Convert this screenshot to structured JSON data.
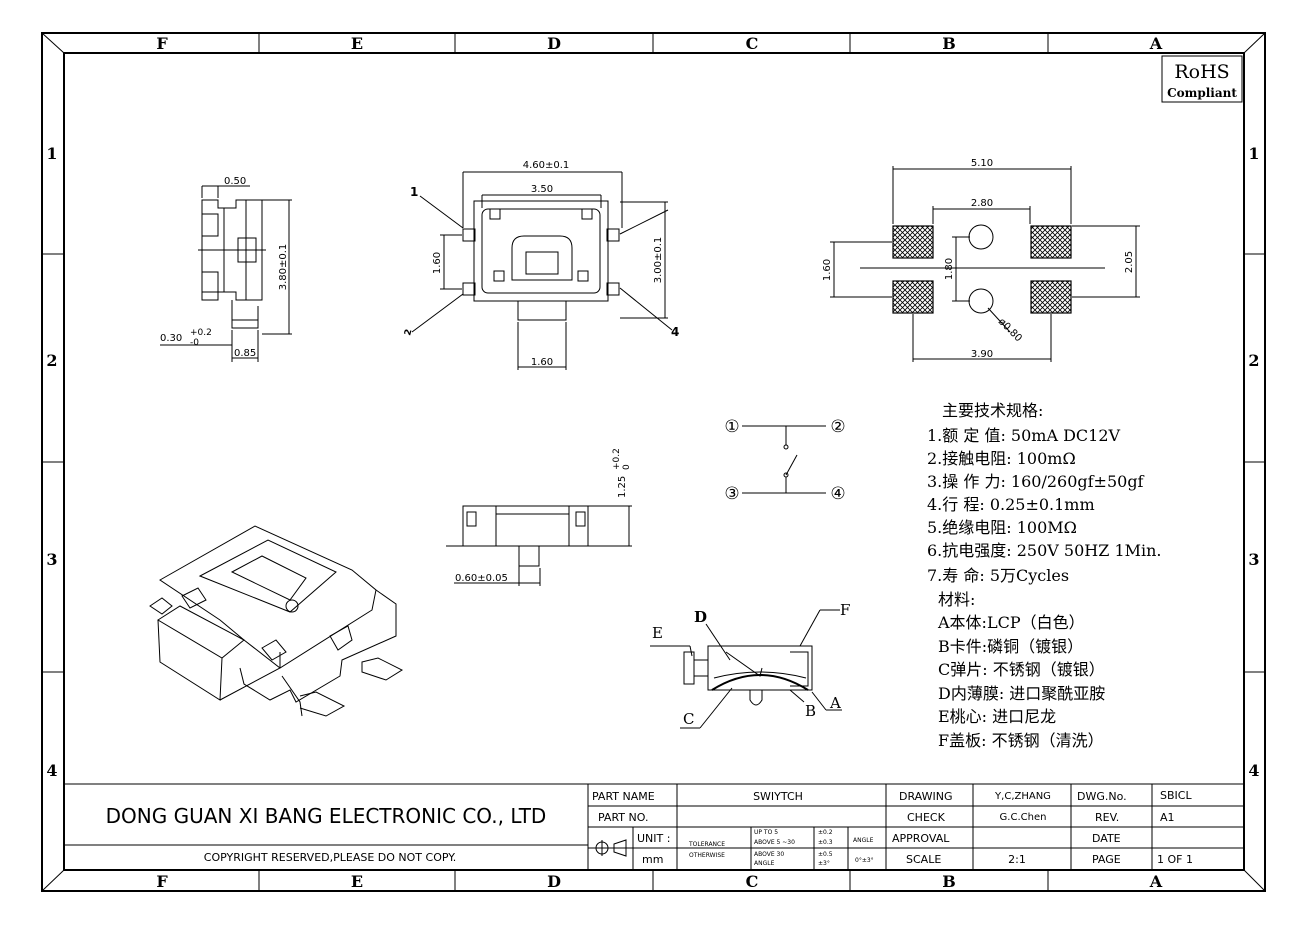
{
  "border": {
    "columns": [
      "F",
      "E",
      "D",
      "C",
      "B",
      "A"
    ],
    "rows": [
      "1",
      "2",
      "3",
      "4"
    ]
  },
  "rohs": {
    "line1": "RoHS",
    "line2": "Compliant"
  },
  "side_view": {
    "top_width": "0.50",
    "height": "3.80±0.1",
    "lead_tol_base": "0.30",
    "lead_tol_plus": "+0.2",
    "lead_tol_minus": "-0",
    "lead_width": "0.85"
  },
  "top_view": {
    "outer_width": "4.60±0.1",
    "inner_width": "3.50",
    "left_height": "1.60",
    "right_height": "3.00±0.1",
    "bottom_width": "1.60",
    "pin1": "1",
    "pin2": "2",
    "pin4": "4"
  },
  "pad_layout": {
    "total_width": "5.10",
    "hole_spacing": "2.80",
    "left_height": "1.60",
    "center_height": "1.80",
    "right_height": "2.05",
    "bottom_width": "3.90",
    "hole_dia": "ø0.80"
  },
  "front_view": {
    "height_base": "1.25",
    "height_plus": "+0.2",
    "height_minus": "0",
    "actuator_width": "0.60±0.05"
  },
  "schematic": {
    "p1": "①",
    "p2": "②",
    "p3": "③",
    "p4": "④"
  },
  "specs": {
    "title": "主要技术规格:",
    "items": [
      "1.额 定 值: 50mA DC12V",
      "2.接触电阻: 100mΩ",
      "3.操 作 力: 160/260gf±50gf",
      "4.行    程: 0.25±0.1mm",
      "5.绝缘电阻: 100MΩ",
      "6.抗电强度: 250V 50HZ 1Min.",
      "7.寿    命: 5万Cycles"
    ],
    "materials_title": "材料:",
    "materials": [
      "A本体:LCP（白色）",
      "B卡件:磷铜（镀银）",
      "C弹片: 不锈钢（镀银）",
      "D内薄膜: 进口聚酰亚胺",
      "E桃心: 进口尼龙",
      "F盖板: 不锈钢（清洗）"
    ]
  },
  "section_labels": {
    "a": "A",
    "b": "B",
    "c": "C",
    "d": "D",
    "e": "E",
    "f": "F"
  },
  "title_block": {
    "company": "DONG GUAN XI BANG ELECTRONIC CO., LTD",
    "copyright": "COPYRIGHT RESERVED,PLEASE DO NOT COPY.",
    "part_name_label": "PART NAME",
    "part_name": "SWIYTCH",
    "part_no_label": "PART NO.",
    "unit_label": "UNIT :",
    "unit": "mm",
    "tolerance_label": "TOLERANCE",
    "otherwise_label": "OTHERWISE",
    "tol_rows": [
      {
        "range": "UP TO 5",
        "value": "±0.2"
      },
      {
        "range": "ABOVE 5 ~30",
        "value": "±0.3"
      },
      {
        "range": "ABOVE 30",
        "value": "±0.5"
      },
      {
        "range": "ANGLE",
        "value": "±3°"
      }
    ],
    "angle_label": "ANGLE",
    "angle_value": "0°±3°",
    "drawing_label": "DRAWING",
    "drawing_by": "Y,C,ZHANG",
    "check_label": "CHECK",
    "check_by": "G.C.Chen",
    "approval_label": "APPROVAL",
    "scale_label": "SCALE",
    "scale": "2:1",
    "dwg_no_label": "DWG.No.",
    "dwg_no": "SBICL",
    "rev_label": "REV.",
    "rev": "A1",
    "date_label": "DATE",
    "page_label": "PAGE",
    "page": "1 OF 1"
  }
}
